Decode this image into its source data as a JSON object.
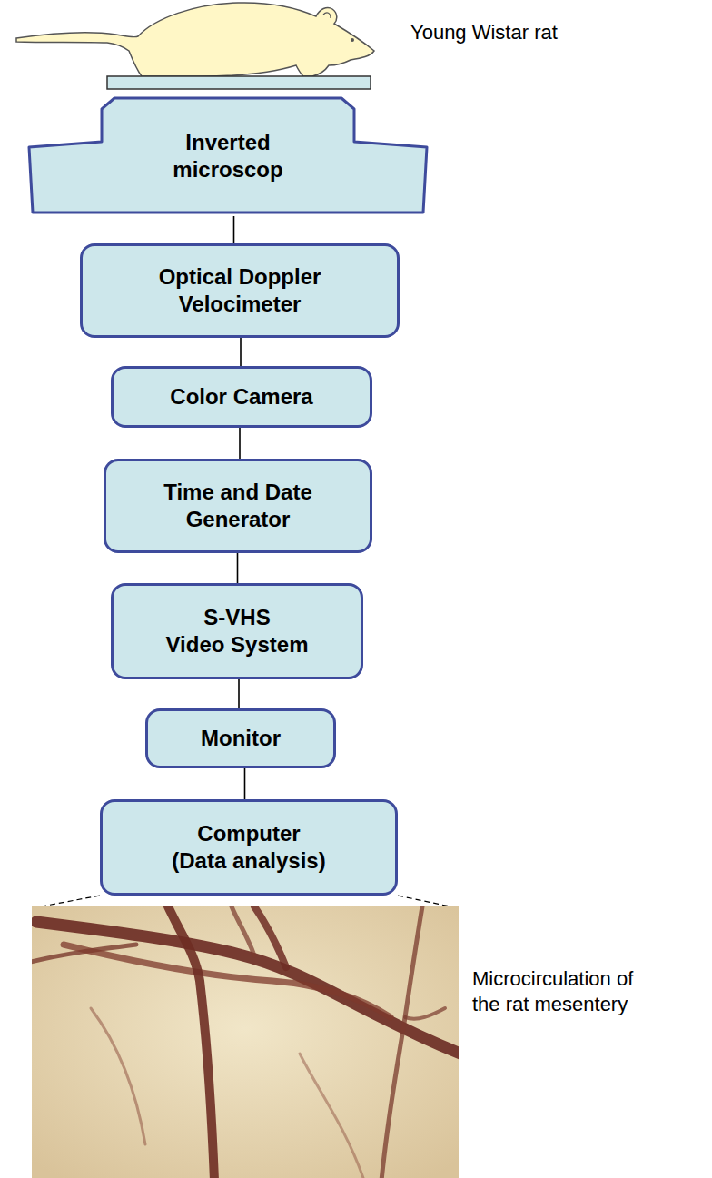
{
  "diagram": {
    "nodes": [
      {
        "text": [
          "Inverted microscop"
        ]
      },
      {
        "text": [
          "Optical Doppler Velocimeter"
        ]
      },
      {
        "text": [
          "Color Camera"
        ]
      },
      {
        "text": [
          "Time and Date Generator"
        ]
      },
      {
        "text": [
          "S-VHS Video System"
        ]
      },
      {
        "text": [
          "Monitor"
        ]
      },
      {
        "text": [
          "Computer (Data analysis)"
        ]
      }
    ],
    "edges": [
      {
        "from": 0,
        "to": 1,
        "arrow": "none"
      },
      {
        "from": 1,
        "to": 2,
        "arrow": "none"
      },
      {
        "from": 2,
        "to": 3,
        "arrow": "none"
      },
      {
        "from": 3,
        "to": 4,
        "arrow": "none"
      },
      {
        "from": 4,
        "to": 5,
        "arrow": "none"
      },
      {
        "from": 5,
        "to": 6,
        "arrow": "none"
      }
    ],
    "labels": [
      "Young Wistar rat",
      "Microcirculation of the rat mesentery"
    ]
  }
}
